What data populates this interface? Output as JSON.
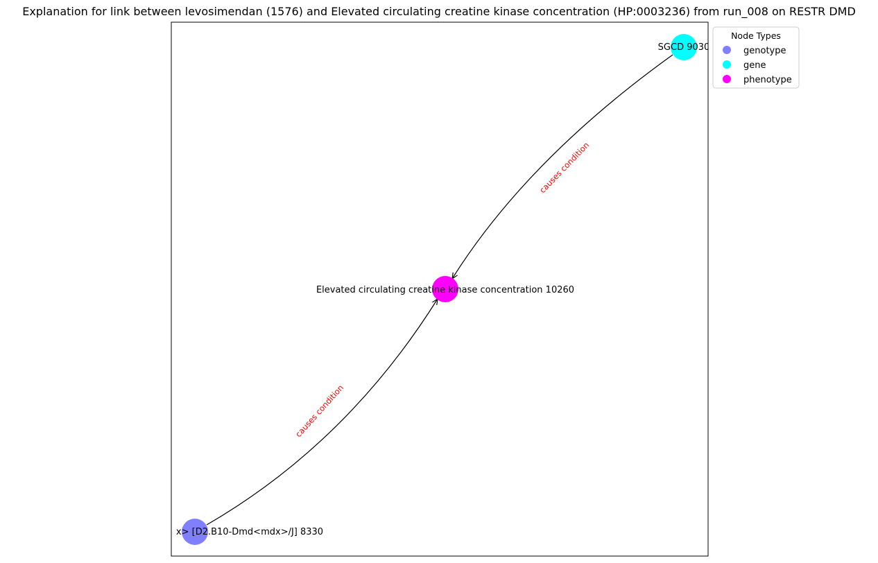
{
  "title": "Explanation for link between levosimendan (1576) and Elevated circulating creatine kinase concentration (HP:0003236) from run_008 on RESTR DMD",
  "legend": {
    "title": "Node Types",
    "items": [
      {
        "label": "genotype",
        "color": "#8080ff"
      },
      {
        "label": "gene",
        "color": "#00ffff"
      },
      {
        "label": "phenotype",
        "color": "#ff00ff"
      }
    ]
  },
  "nodes": [
    {
      "id": "gene",
      "label": "SGCD 9030",
      "type": "gene",
      "color": "#00ffff"
    },
    {
      "id": "phenotype",
      "label": "Elevated circulating creatine kinase concentration 10260",
      "type": "phenotype",
      "color": "#ff00ff"
    },
    {
      "id": "genotype",
      "label": "x> [D2.B10-Dmd<mdx>/J] 8330",
      "type": "genotype",
      "color": "#8080ff"
    }
  ],
  "edges": [
    {
      "from": "gene",
      "to": "phenotype",
      "label": "causes condition",
      "label_color": "#ff0000"
    },
    {
      "from": "genotype",
      "to": "phenotype",
      "label": "causes condition",
      "label_color": "#ff0000"
    }
  ]
}
